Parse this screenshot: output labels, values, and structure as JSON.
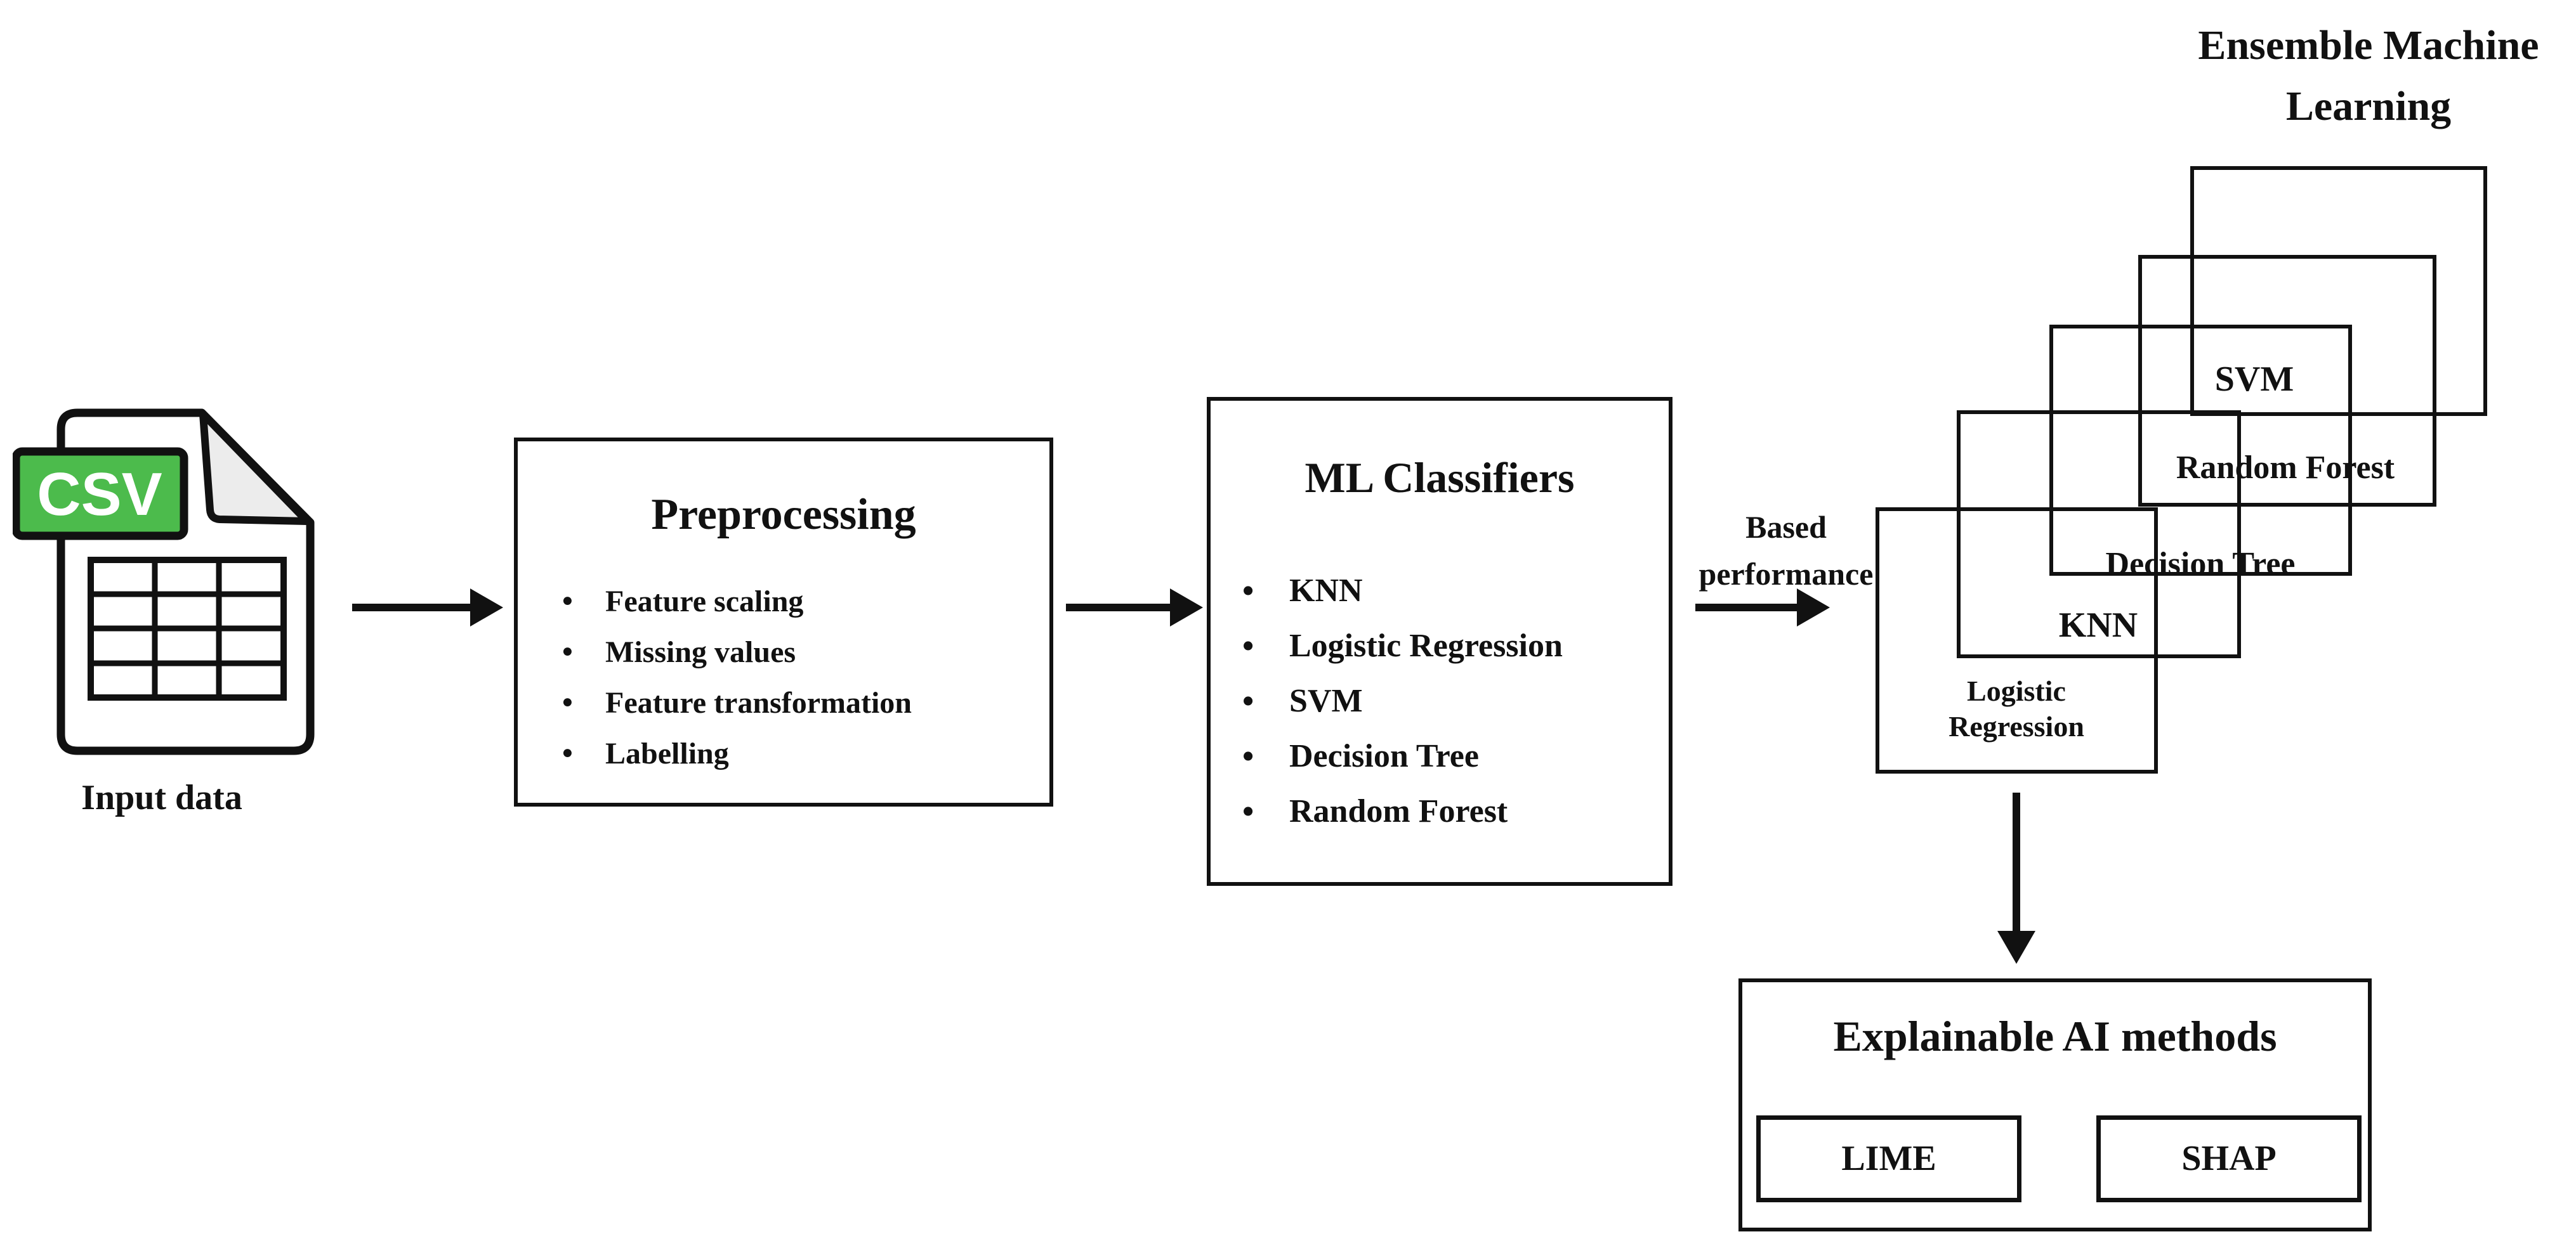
{
  "diagram": {
    "input": {
      "badge": "CSV",
      "caption": "Input data"
    },
    "preprocessing": {
      "title": "Preprocessing",
      "items": [
        "Feature scaling",
        "Missing values",
        "Feature transformation",
        "Labelling"
      ]
    },
    "classifiers": {
      "title": "ML Classifiers",
      "items": [
        "KNN",
        "Logistic Regression",
        "SVM",
        "Decision Tree",
        "Random Forest"
      ]
    },
    "selection_label": "Based performance",
    "ensemble": {
      "title": "Ensemble Machine Learning",
      "models": [
        "SVM",
        "Random Forest",
        "Decision Tree",
        "KNN",
        "Logistic Regression"
      ]
    },
    "xai": {
      "title": "Explainable AI methods",
      "methods": [
        "LIME",
        "SHAP"
      ]
    },
    "colors": {
      "csv_badge_green": "#4CBB4C",
      "fold_gray": "#ECECEC",
      "line_black": "#111111"
    }
  }
}
